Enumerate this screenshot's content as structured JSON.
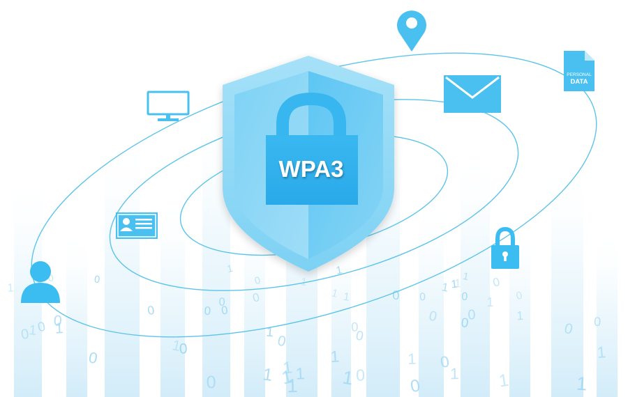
{
  "badge": {
    "text": "WPA3"
  },
  "document_icon": {
    "line1": "PERSONAL",
    "line2": "DATA"
  },
  "colors": {
    "accent": "#3cbdf2",
    "accent_dark": "#1fa6e8",
    "orbit": "#5cc4ea",
    "digits": "#9fd8f4"
  },
  "icons": [
    "location-pin-icon",
    "document-icon",
    "monitor-icon",
    "envelope-icon",
    "id-card-icon",
    "user-icon",
    "padlock-icon",
    "shield-icon"
  ],
  "binary_digits": [
    "0",
    "1",
    "1",
    "0",
    "1",
    "0",
    "0",
    "1",
    "0",
    "1",
    "1",
    "0",
    "0",
    "1",
    "0",
    "1",
    "0",
    "0",
    "1",
    "1",
    "0",
    "1",
    "0",
    "1",
    "0",
    "0",
    "1",
    "1",
    "0",
    "1",
    "0",
    "0",
    "1",
    "0",
    "1",
    "1",
    "0",
    "0",
    "1",
    "0",
    "1",
    "1",
    "0",
    "1",
    "0",
    "0",
    "1",
    "0",
    "1",
    "0",
    "0",
    "1",
    "1",
    "0",
    "0",
    "1",
    "0",
    "1",
    "0",
    "1"
  ]
}
